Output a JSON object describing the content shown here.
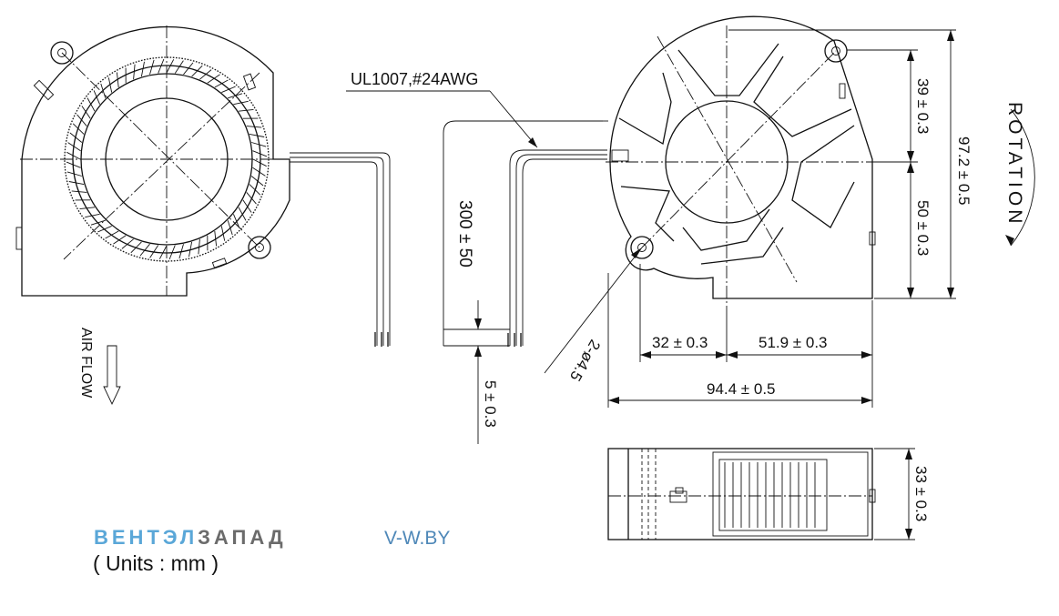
{
  "labels": {
    "wire": "UL1007,#24AWG",
    "lead_length": "300 ± 50",
    "air_flow": "AIR FLOW",
    "rotation": "ROTATION",
    "holes": "2-ø4.5",
    "dim_39": "39 ± 0.3",
    "dim_50": "50 ± 0.3",
    "dim_97": "97.2 ± 0.5",
    "dim_32": "32 ± 0.3",
    "dim_51": "51.9 ± 0.3",
    "dim_94": "94.4 ± 0.5",
    "dim_5": "5 ± 0.3",
    "dim_33": "33 ± 0.3"
  },
  "watermark": {
    "brand_part1": "ВЕНТЭЛ",
    "brand_part2": "ЗАПАД",
    "site": "V-W.BY",
    "brand_color_1": "#5aa7d8",
    "brand_color_2": "#6b6b6b",
    "site_color": "#4f88b8"
  },
  "units": "( Units : mm )"
}
